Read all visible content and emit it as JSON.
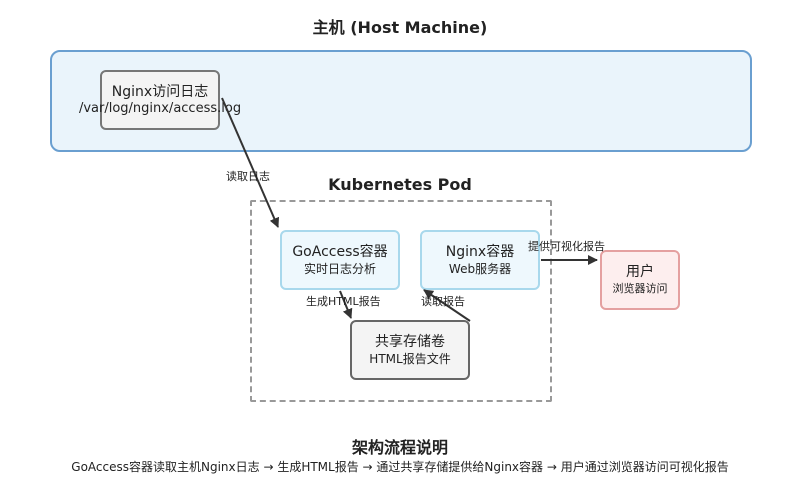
{
  "regions": {
    "host_title": "主机 (Host Machine)",
    "pod_title": "Kubernetes Pod"
  },
  "nodes": {
    "nginx_log": {
      "line1": "Nginx访问日志",
      "line2": "/var/log/nginx/access.log"
    },
    "goaccess": {
      "line1": "GoAccess容器",
      "line2": "实时日志分析"
    },
    "nginx_web": {
      "line1": "Nginx容器",
      "line2": "Web服务器"
    },
    "shared_volume": {
      "line1": "共享存储卷",
      "line2": "HTML报告文件"
    },
    "user": {
      "line1": "用户",
      "line2": "浏览器访问"
    }
  },
  "edges": {
    "read_logs": "读取日志",
    "generate_report": "生成HTML报告",
    "read_report": "读取报告",
    "serve_report": "提供可视化报告"
  },
  "footer": {
    "title": "架构流程说明",
    "description": "GoAccess容器读取主机Nginx日志 → 生成HTML报告 → 通过共享存储提供给Nginx容器 → 用户通过浏览器访问可视化报告"
  },
  "colors": {
    "host_fill": "#eaf4fb",
    "host_border": "#6a9fd0",
    "container_fill": "#eef8fd",
    "container_border": "#a8d8ec",
    "user_fill": "#fdeeee",
    "user_border": "#e4a0a0",
    "arrow": "#333333"
  }
}
